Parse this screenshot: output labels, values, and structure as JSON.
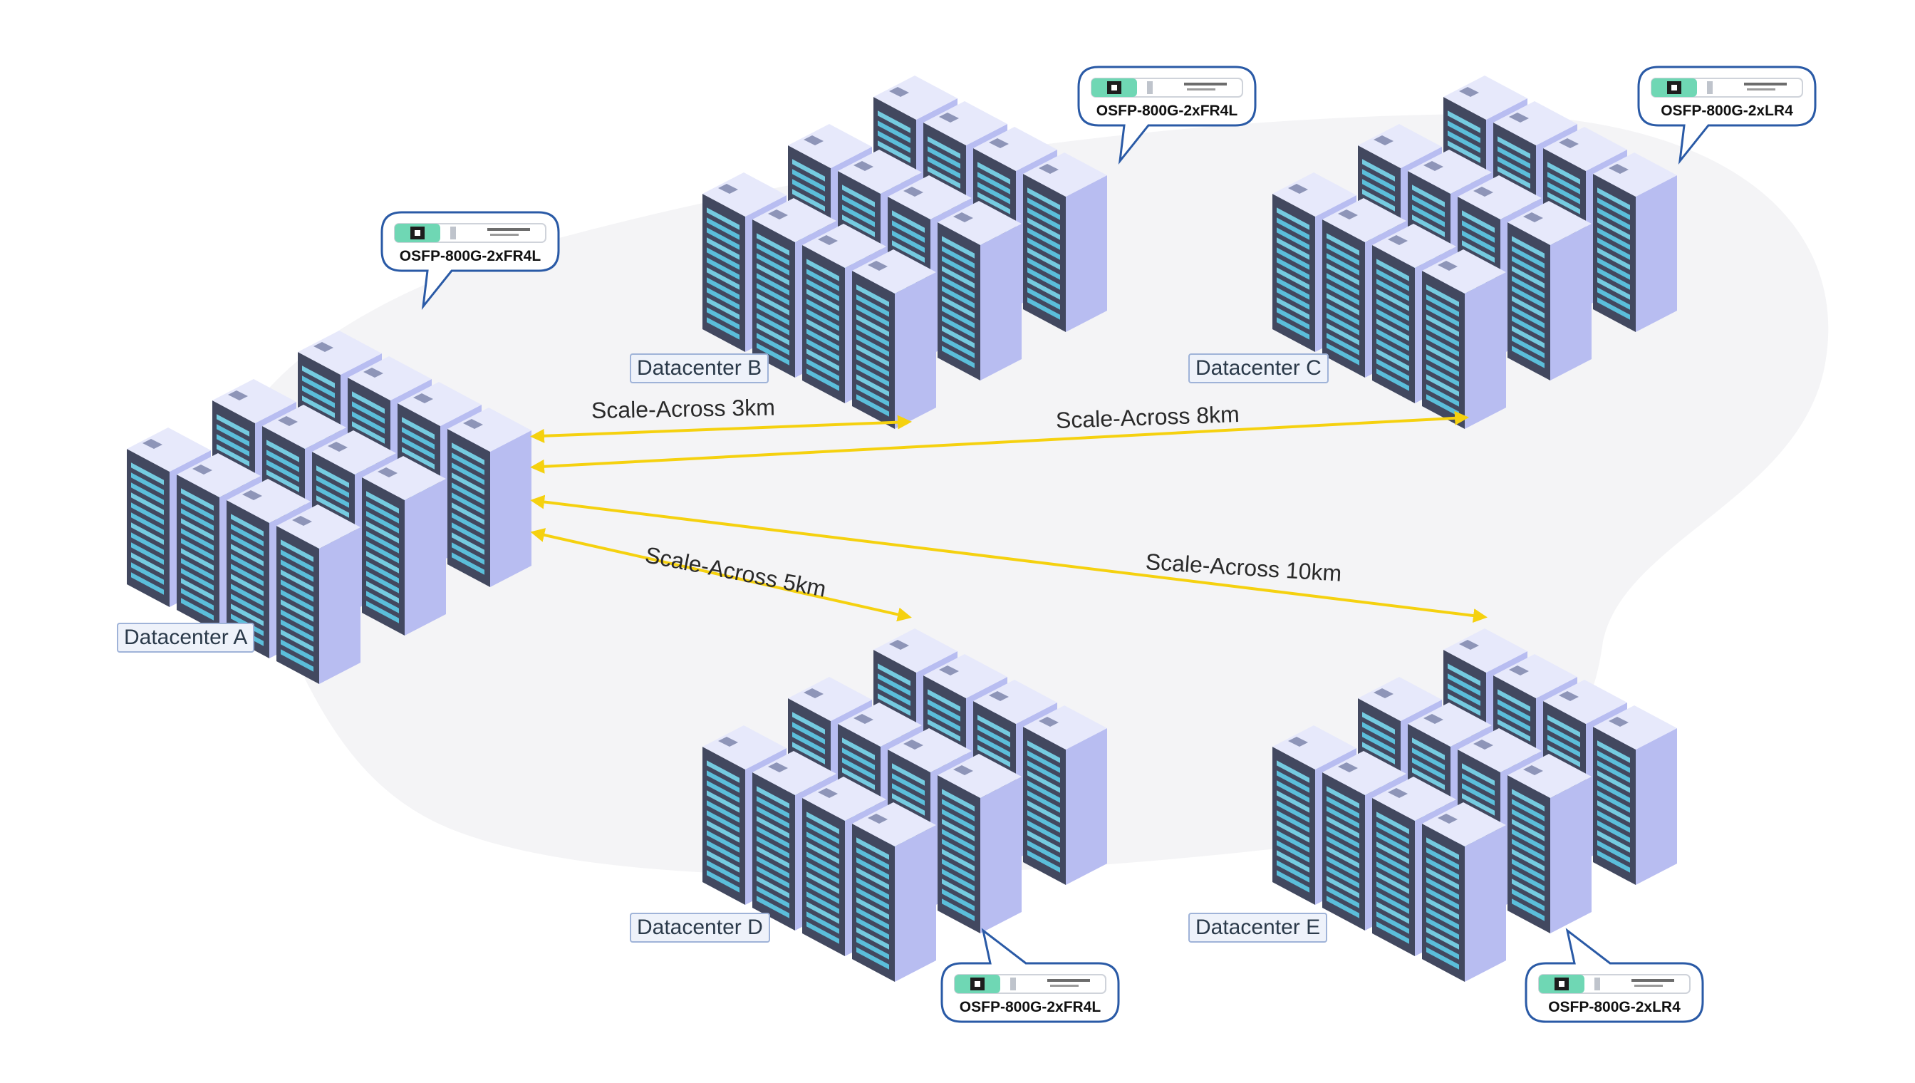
{
  "datacenters": [
    {
      "id": "a",
      "label": "Datacenter A"
    },
    {
      "id": "b",
      "label": "Datacenter B"
    },
    {
      "id": "c",
      "label": "Datacenter C"
    },
    {
      "id": "d",
      "label": "Datacenter D"
    },
    {
      "id": "e",
      "label": "Datacenter E"
    }
  ],
  "links": [
    {
      "text": "Scale-Across  3km",
      "from": "Datacenter A",
      "to": "Datacenter B"
    },
    {
      "text": "Scale-Across  8km",
      "from": "Datacenter A",
      "to": "Datacenter C"
    },
    {
      "text": "Scale-Across  5km",
      "from": "Datacenter A",
      "to": "Datacenter D"
    },
    {
      "text": "Scale-Across  10km",
      "from": "Datacenter A",
      "to": "Datacenter E"
    }
  ],
  "modules": [
    {
      "datacenter": "Datacenter A",
      "text": "OSFP-800G-2xFR4L"
    },
    {
      "datacenter": "Datacenter B",
      "text": "OSFP-800G-2xFR4L"
    },
    {
      "datacenter": "Datacenter C",
      "text": "OSFP-800G-2xLR4"
    },
    {
      "datacenter": "Datacenter D",
      "text": "OSFP-800G-2xFR4L"
    },
    {
      "datacenter": "Datacenter E",
      "text": "OSFP-800G-2xLR4"
    }
  ],
  "colors": {
    "link": "#f5d10f",
    "rack_front": "#42485f",
    "rack_side": "#b8bdf1",
    "rack_top": "#e7e9fb",
    "led": "#5fd3f0",
    "bubble_border": "#2a5aa6",
    "module_accent": "#6fd7b4",
    "label_bg": "#eef2fa",
    "label_border": "#9fb3d8"
  },
  "icons": [
    "server-rack-icon",
    "transceiver-module-icon",
    "double-arrow-link"
  ]
}
